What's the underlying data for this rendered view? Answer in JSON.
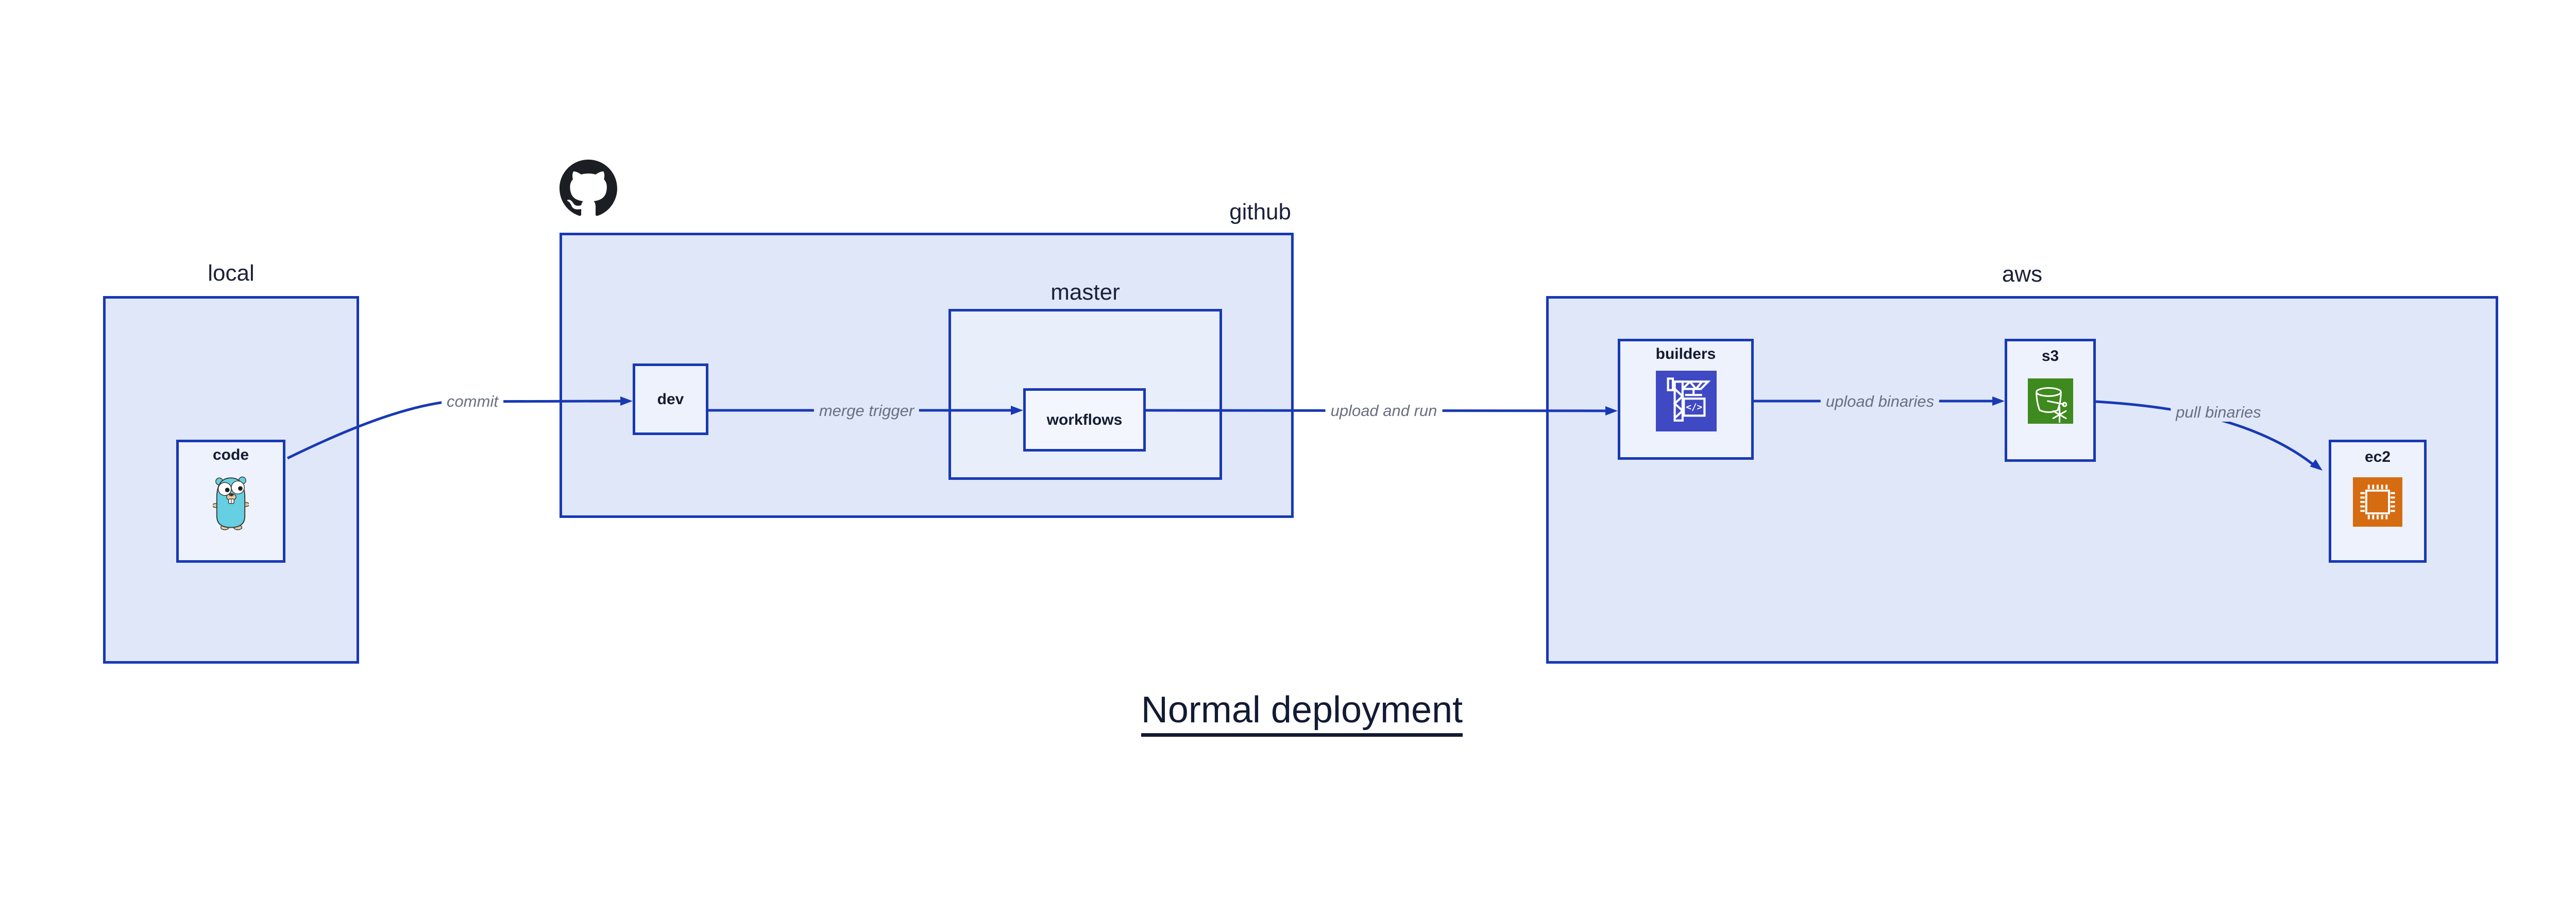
{
  "diagram": {
    "title": "Normal deployment",
    "containers": {
      "local": {
        "label": "local"
      },
      "github": {
        "label": "github"
      },
      "master": {
        "label": "master"
      },
      "aws": {
        "label": "aws"
      }
    },
    "nodes": {
      "code": {
        "label": "code",
        "icon": "go-gopher-icon"
      },
      "dev": {
        "label": "dev"
      },
      "workflows": {
        "label": "workflows"
      },
      "builders": {
        "label": "builders",
        "icon": "aws-codebuild-icon"
      },
      "s3": {
        "label": "s3",
        "icon": "aws-s3-glacier-bucket-icon"
      },
      "ec2": {
        "label": "ec2",
        "icon": "aws-ec2-chip-icon"
      }
    },
    "edges": [
      {
        "from": "code",
        "to": "dev",
        "label": "commit"
      },
      {
        "from": "dev",
        "to": "workflows",
        "label": "merge trigger"
      },
      {
        "from": "workflows",
        "to": "builders",
        "label": "upload and run"
      },
      {
        "from": "builders",
        "to": "s3",
        "label": "upload binaries"
      },
      {
        "from": "s3",
        "to": "ec2",
        "label": "pull binaries"
      }
    ],
    "icons": {
      "github_logo": "github-octocat-icon"
    },
    "colors": {
      "border_blue": "#1839b5",
      "container_fill": "#e0e7f9",
      "master_fill": "#e9eefb",
      "node_fill": "#eef2fc",
      "label_text": "#141b33",
      "edge_label_text": "#687080",
      "codebuild_indigo": "#3e49c3",
      "s3_green": "#3e8a1e",
      "ec2_orange": "#d56c12",
      "gopher_teal": "#66cfe1",
      "github_black": "#1b1f23"
    }
  }
}
